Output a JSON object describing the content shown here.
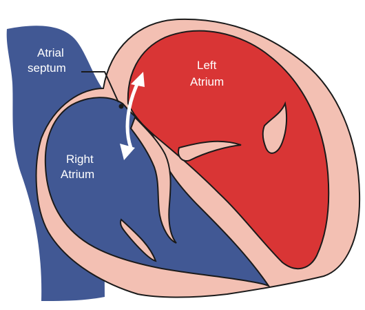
{
  "labels": {
    "septum_line1": "Atrial",
    "septum_line2": "septum",
    "left_atrium_line1": "Left",
    "left_atrium_line2": "Atrium",
    "right_atrium_line1": "Right",
    "right_atrium_line2": "Atrium"
  },
  "colors": {
    "deoxygenated_blue": "#415894",
    "oxygenated_red": "#d93535",
    "tissue_pink": "#f3c0b3",
    "outline": "#1a1a1a",
    "arrow": "#ffffff"
  }
}
